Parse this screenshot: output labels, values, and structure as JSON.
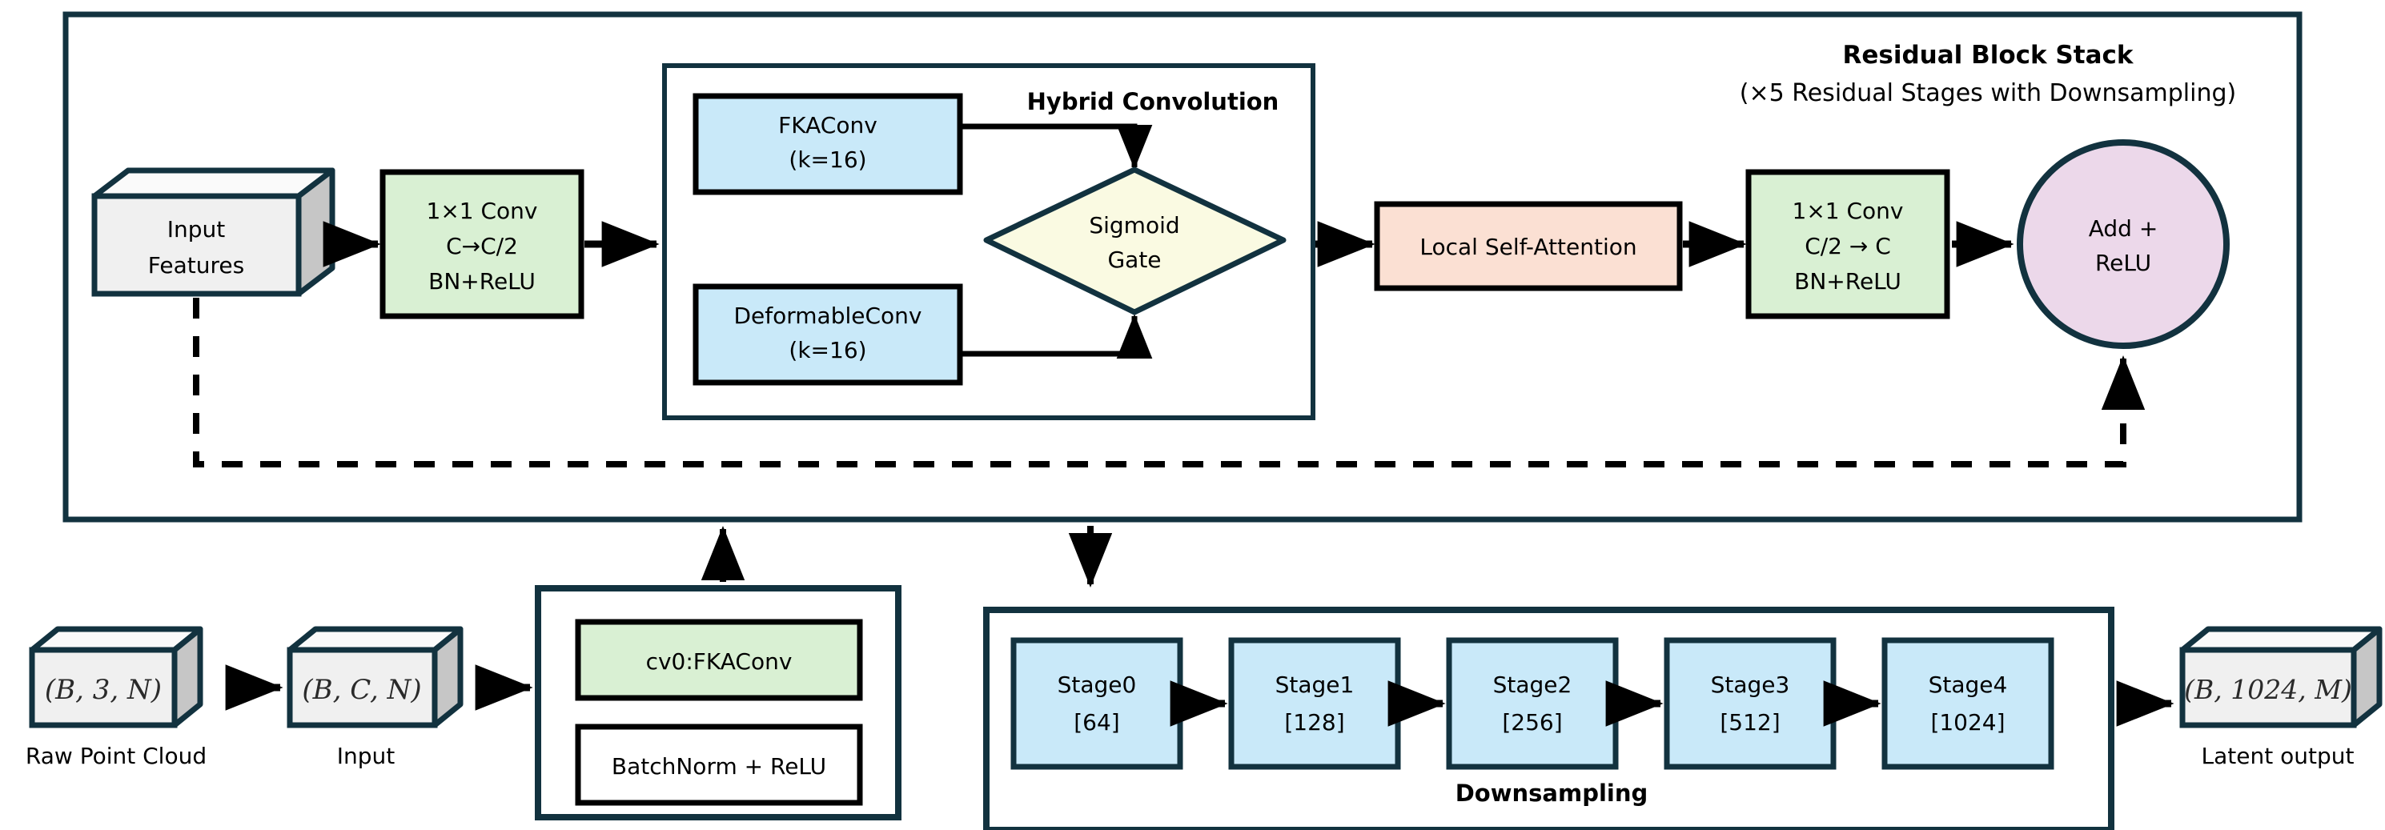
{
  "diagram": {
    "title_main": "Residual Block Stack",
    "title_sub": "(×5 Residual Stages with Downsampling)",
    "hybrid_label": "Hybrid Convolution",
    "downsampling_label": "Downsampling"
  },
  "colors": {
    "stroke": "#12323f",
    "black": "#000000",
    "green": "#d9f0d3",
    "blue": "#c9e9f9",
    "yellow": "#fafae2",
    "peach": "#fbe0d3",
    "pink": "#ecd8ea",
    "cube_front": "#f0f0f0",
    "cube_side": "#c6c6c6",
    "cube_top": "#fafafa",
    "white": "#ffffff"
  },
  "residual_block": {
    "input_cube": {
      "line1": "Input",
      "line2": "Features"
    },
    "conv_down": {
      "line1": "1×1 Conv",
      "line2": "C→C/2",
      "line3": "BN+ReLU"
    },
    "fkaconv": {
      "line1": "FKAConv",
      "line2": "(k=16)"
    },
    "deformconv": {
      "line1": "DeformableConv",
      "line2": "(k=16)"
    },
    "sigmoid_gate": {
      "line1": "Sigmoid",
      "line2": "Gate"
    },
    "attention": {
      "line1": "Local Self-Attention"
    },
    "conv_up": {
      "line1": "1×1 Conv",
      "line2": "C/2 → C",
      "line3": "BN+ReLU"
    },
    "add_relu": {
      "line1": "Add +",
      "line2": "ReLU"
    }
  },
  "pipeline": {
    "raw_cube": {
      "tensor": "(B, 3, N)",
      "caption": "Raw Point Cloud"
    },
    "input_cube": {
      "tensor": "(B, C, N)",
      "caption": "Input"
    },
    "stem": {
      "conv": "cv0:FKAConv",
      "norm": "BatchNorm + ReLU"
    },
    "latent_cube": {
      "tensor": "(B, 1024, M)",
      "caption": "Latent output"
    }
  },
  "stages": [
    {
      "name": "Stage0",
      "width": "[64]"
    },
    {
      "name": "Stage1",
      "width": "[128]"
    },
    {
      "name": "Stage2",
      "width": "[256]"
    },
    {
      "name": "Stage3",
      "width": "[512]"
    },
    {
      "name": "Stage4",
      "width": "[1024]"
    }
  ]
}
